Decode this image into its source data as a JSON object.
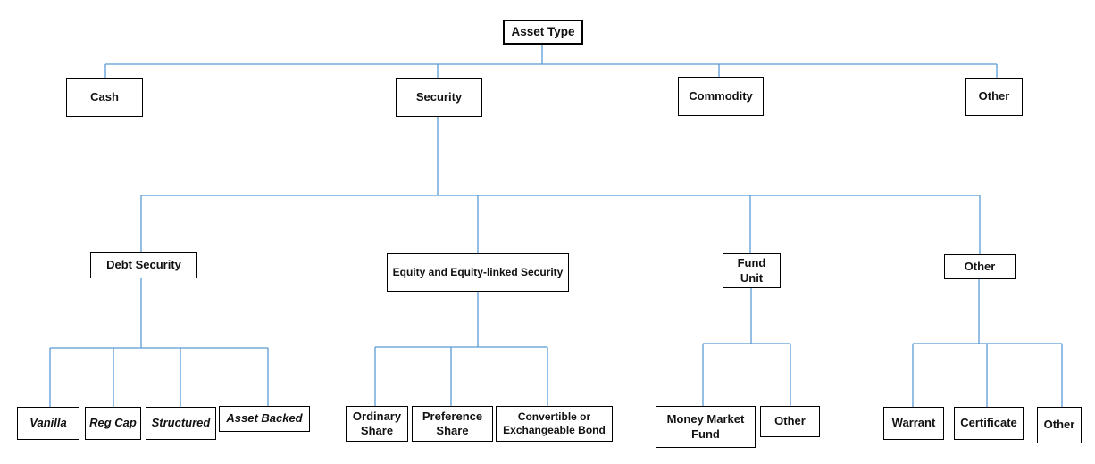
{
  "diagram": {
    "type": "tree",
    "line_color": "#5B9BD5",
    "box_border_color": "#000000",
    "box_fill_color": "#ffffff",
    "text_color": "#111111",
    "root": {
      "label": "Asset Type"
    },
    "level2": [
      {
        "label": "Cash"
      },
      {
        "label": "Security"
      },
      {
        "label": "Commodity"
      },
      {
        "label": "Other"
      }
    ],
    "security_children": [
      {
        "label": "Debt Security"
      },
      {
        "label": "Equity and Equity-linked Security"
      },
      {
        "label": "Fund Unit"
      },
      {
        "label": "Other"
      }
    ],
    "debt_security_children": [
      {
        "label": "Vanilla"
      },
      {
        "label": "Reg Cap"
      },
      {
        "label": "Structured"
      },
      {
        "label": "Asset Backed"
      }
    ],
    "equity_children": [
      {
        "label": "Ordinary Share"
      },
      {
        "label": "Preference Share"
      },
      {
        "label": "Convertible or Exchangeable Bond"
      }
    ],
    "fund_unit_children": [
      {
        "label": "Money Market Fund"
      },
      {
        "label": "Other"
      }
    ],
    "other_children": [
      {
        "label": "Warrant"
      },
      {
        "label": "Certificate"
      },
      {
        "label": "Other"
      }
    ]
  }
}
